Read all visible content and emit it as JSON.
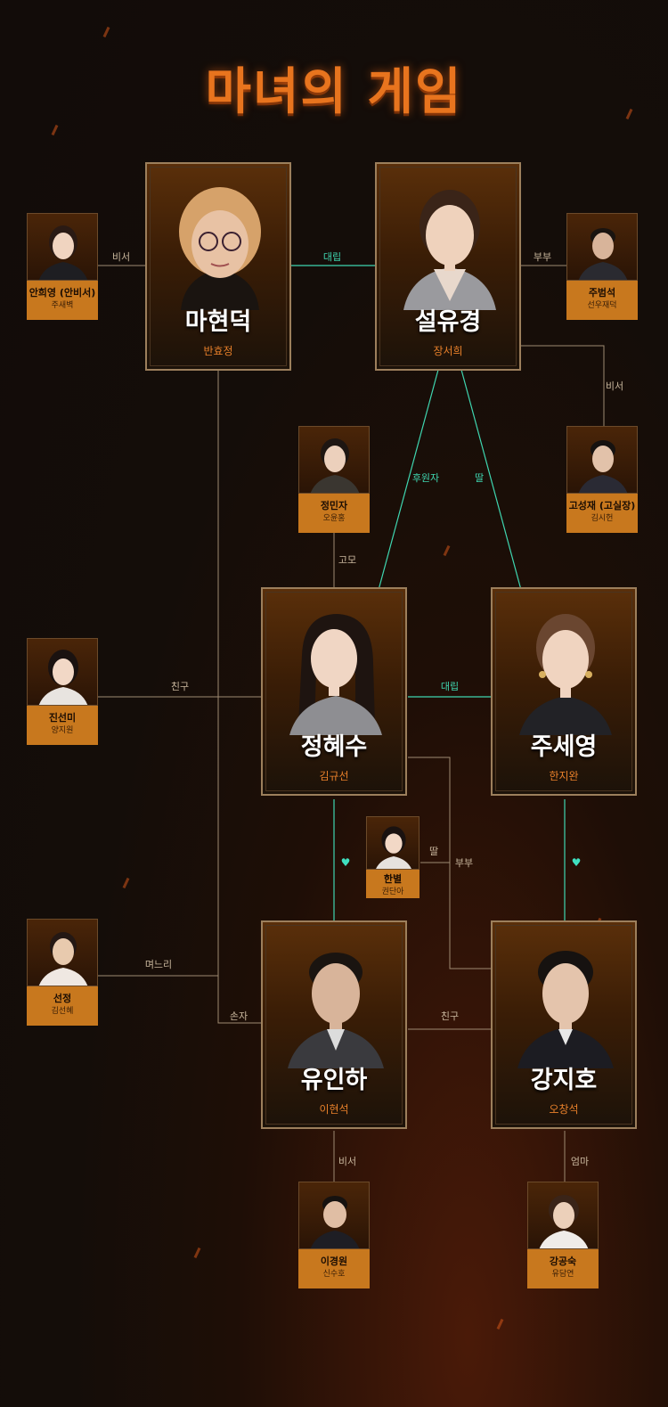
{
  "title": "마녀의 게임",
  "colors": {
    "accent": "#e8741e",
    "line_neutral": "#9e8a72",
    "line_teal": "#3fd6b0",
    "tag_background": "#c8781e"
  },
  "main_characters": {
    "ma_hyeon_deok": {
      "name": "마현덕",
      "actor": "반효정"
    },
    "seol_yu_gyeong": {
      "name": "설유경",
      "actor": "장서희"
    },
    "jeong_hye_su": {
      "name": "정혜수",
      "actor": "김규선"
    },
    "ju_se_yeong": {
      "name": "주세영",
      "actor": "한지완"
    },
    "yu_in_ha": {
      "name": "유인하",
      "actor": "이현석"
    },
    "gang_ji_ho": {
      "name": "강지호",
      "actor": "오창석"
    }
  },
  "side_characters": {
    "an_hui_yeong": {
      "name": "안희영 (안비서)",
      "actor": "주새벽"
    },
    "ju_beom_seok": {
      "name": "주범석",
      "actor": "선우재덕"
    },
    "go_seong_jae": {
      "name": "고성재 (고실장)",
      "actor": "김시헌"
    },
    "jeong_min_ja": {
      "name": "정민자",
      "actor": "오윤홍"
    },
    "jin_seon_mi": {
      "name": "진선미",
      "actor": "양지원"
    },
    "han_byeol": {
      "name": "한별",
      "actor": "권단아"
    },
    "seon_jeong": {
      "name": "선정",
      "actor": "김선혜"
    },
    "i_gyeong_won": {
      "name": "이경원",
      "actor": "신수호"
    },
    "gang_gong_suk": {
      "name": "강공숙",
      "actor": "유담연"
    }
  },
  "relations": {
    "an_to_ma": "비서",
    "ma_vs_seol": "대립",
    "seol_ju_beom": "부부",
    "seol_go_seong": "비서",
    "seol_sponsor": "후원자",
    "seol_daughter": "딸",
    "min_ja_aunt": "고모",
    "jin_friend": "친구",
    "hye_su_vs_se_yeong": "대립",
    "han_byeol_daughter": "딸",
    "hye_su_ji_ho_couple": "부부",
    "seon_jeong_daughter_in_law": "며느리",
    "ma_grandson": "손자",
    "in_ha_ji_ho_friend": "친구",
    "in_ha_secretary": "비서",
    "ji_ho_mom": "엄마",
    "love_left": "♥",
    "love_right": "♥"
  }
}
